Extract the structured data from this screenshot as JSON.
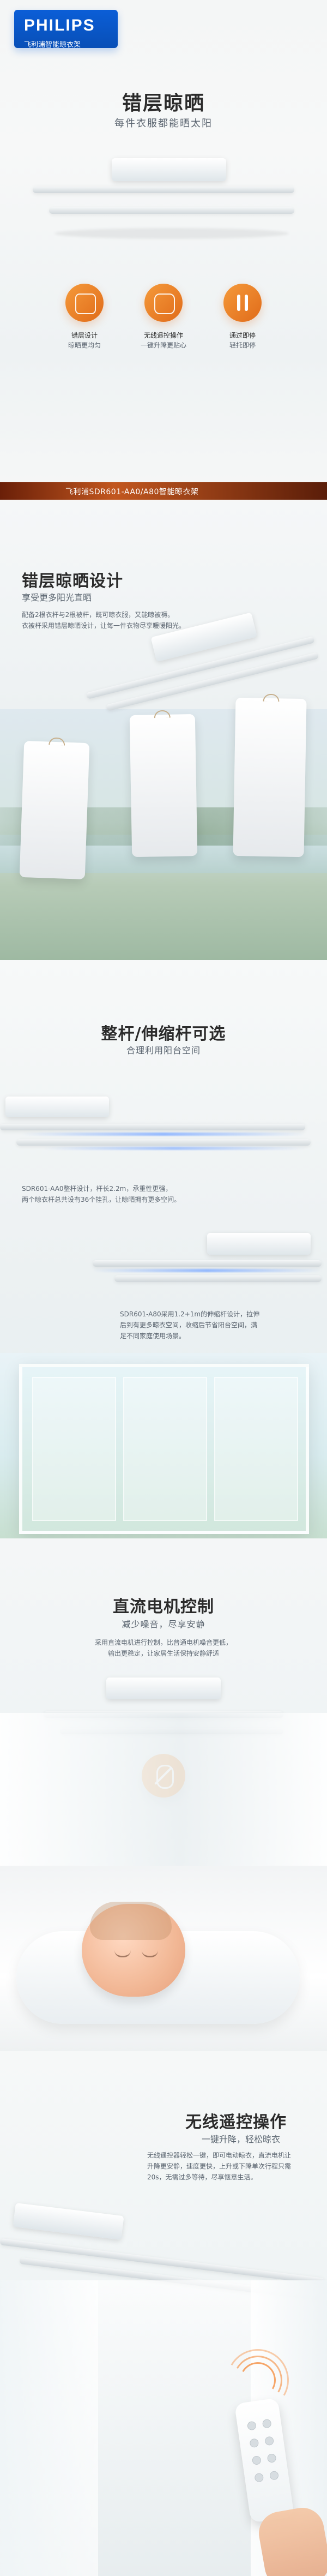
{
  "brand": {
    "logo_text": "PHILIPS",
    "subtitle": "飞利浦智能晾衣架"
  },
  "hero": {
    "title": "错层晾晒",
    "subtitle": "每件衣服都能晒太阳",
    "features": [
      {
        "label_line1": "错层设计",
        "label_line2": "晾晒更均匀",
        "icon": "stagger-icon"
      },
      {
        "label_line1": "无线遥控操作",
        "label_line2": "一键升降更贴心",
        "icon": "remote-icon"
      },
      {
        "label_line1": "通过即停",
        "label_line2": "轻托即停",
        "icon": "pause-icon"
      }
    ],
    "model_bar": "飞利浦SDR601-AA0/A80智能晾衣架"
  },
  "section2": {
    "title": "错层晾晒设计",
    "subtitle": "享受更多阳光直晒",
    "desc_line1": "配备2根衣杆与2根被杆，既可晾衣服，又能晾被褥。",
    "desc_line2": "衣被杆采用错层晾晒设计，让每一件衣物尽享暖暖阳光。"
  },
  "section3": {
    "title": "整杆/伸缩杆可选",
    "subtitle": "合理利用阳台空间",
    "text1_line1": "SDR601-AA0整杆设计，杆长2.2m，承重性更强，",
    "text1_line2": "两个晾衣杆总共设有36个挂孔，让晾晒拥有更多空间。",
    "text2_line1": "SDR601-A80采用1.2+1m的伸缩杆设计，拉伸",
    "text2_line2": "后到有更多晾衣空间，收缩后节省阳台空间，满",
    "text2_line3": "足不同家庭使用场景。"
  },
  "section4": {
    "title": "直流电机控制",
    "subtitle": "减少噪音，尽享安静",
    "desc_line1": "采用直流电机进行控制，比普通电机噪音更低，",
    "desc_line2": "输出更稳定，让家居生活保持安静舒适"
  },
  "section5": {
    "title": "无线遥控操作",
    "subtitle": "一键升降，轻松晾衣",
    "desc_line1": "无线遥控器轻松一键，即可电动晾衣，直流电机让",
    "desc_line2": "升降更安静，速度更快，上升或下降单次行程只需",
    "desc_line3": "20s，无需过多等待，尽享惬意生活。"
  },
  "colors": {
    "accent_orange": "#e36b1f",
    "philips_blue": "#0b5ed7",
    "model_bar_dark": "#5a1d09",
    "model_bar_bright": "#c2571f"
  }
}
